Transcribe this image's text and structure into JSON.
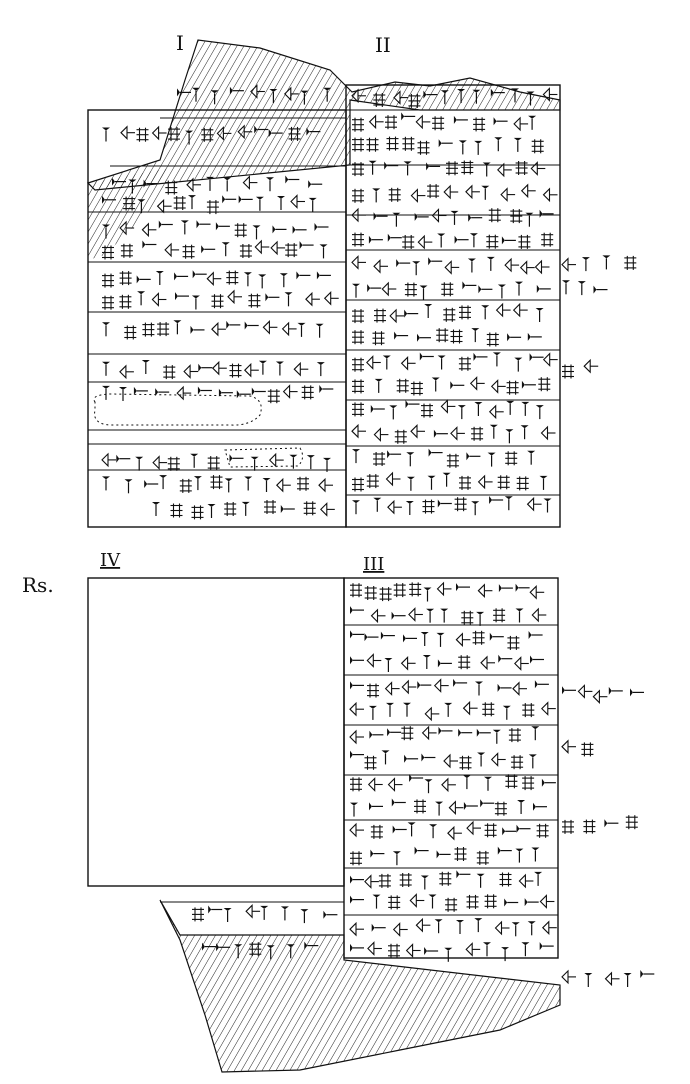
{
  "tablet": {
    "obverse": {
      "columns": [
        {
          "id": "col-1",
          "label": "I"
        },
        {
          "id": "col-2",
          "label": "II"
        }
      ]
    },
    "reverse": {
      "side_label": "Rs.",
      "columns": [
        {
          "id": "col-4",
          "label": "IV"
        },
        {
          "id": "col-3",
          "label": "III"
        }
      ]
    }
  }
}
